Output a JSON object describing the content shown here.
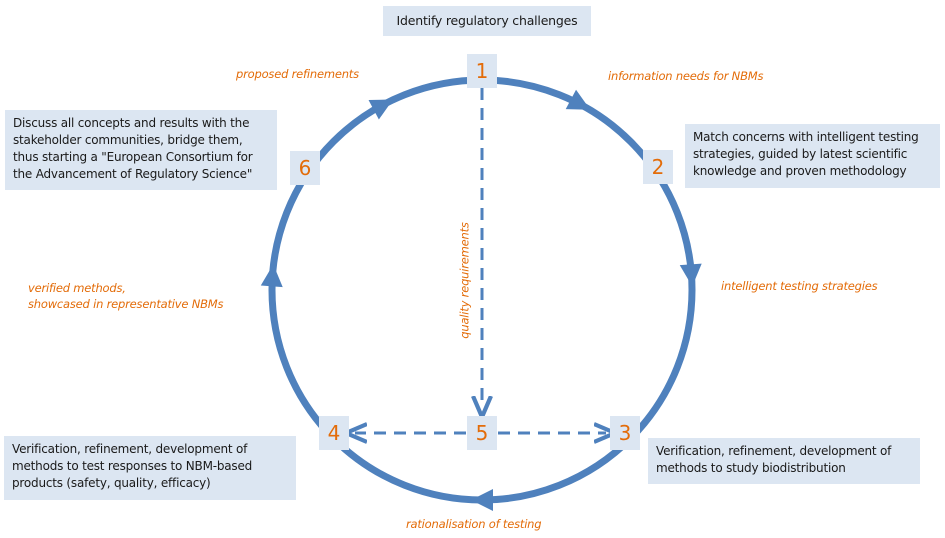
{
  "diagram": {
    "colors": {
      "arrow": "#4f81bd",
      "box_fill": "#dce6f2",
      "label_text": "#e36c09",
      "body_text": "#1a1a1a"
    },
    "title_box": "Identify regulatory challenges",
    "nodes": [
      {
        "id": "1",
        "label": "1"
      },
      {
        "id": "2",
        "label": "2"
      },
      {
        "id": "3",
        "label": "3"
      },
      {
        "id": "4",
        "label": "4"
      },
      {
        "id": "5",
        "label": "5"
      },
      {
        "id": "6",
        "label": "6"
      }
    ],
    "descriptions": {
      "step2": "Match concerns with intelligent testing strategies, guided by latest scientific knowledge and proven methodology",
      "step3": "Verification, refinement, development of methods to study biodistribution",
      "step4": "Verification, refinement, development of methods to test responses to NBM-based products (safety, quality, efficacy)",
      "step6": "Discuss all concepts and results with the stakeholder communities, bridge them, thus starting a \"European Consortium for the Advancement of Regulatory Science\""
    },
    "edge_labels": {
      "e1_2": "information needs for NBMs",
      "e2_3": "intelligent testing strategies",
      "e3_4": "rationalisation of testing",
      "e4_6_line1": "verified methods,",
      "e4_6_line2": "showcased in representative NBMs",
      "e6_1": "proposed refinements",
      "e1_5": "quality requirements"
    }
  }
}
